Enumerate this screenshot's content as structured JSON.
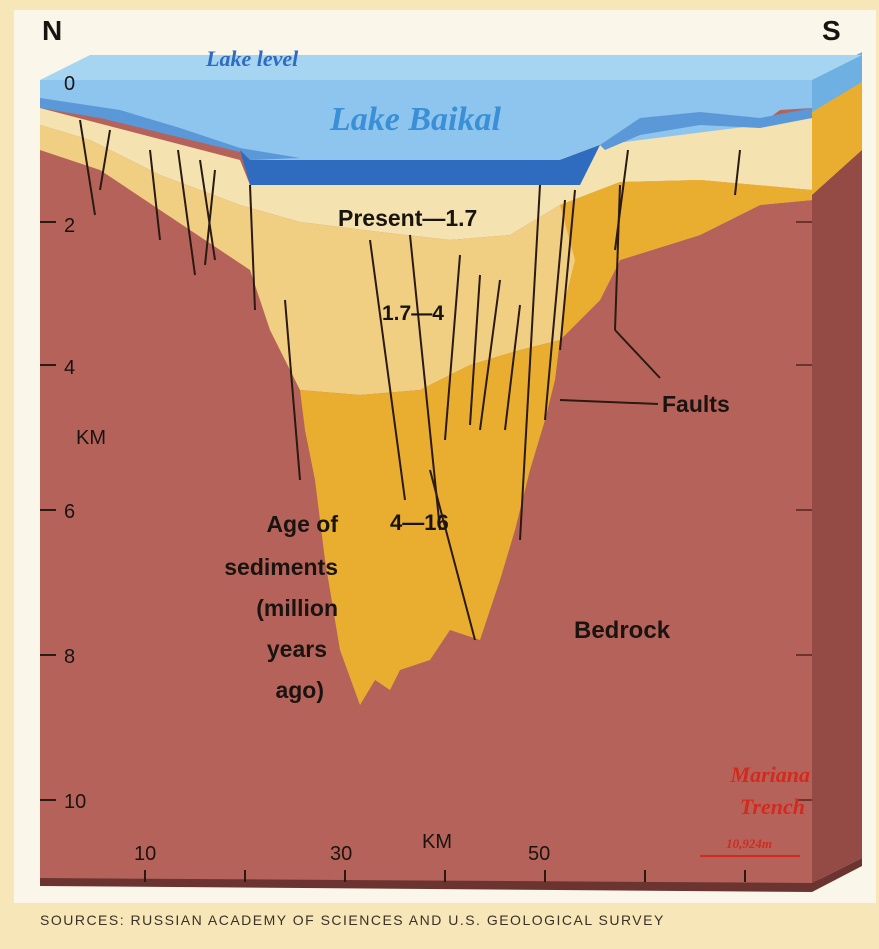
{
  "compass": {
    "north": "N",
    "south": "S"
  },
  "lake": {
    "level_label": "Lake level",
    "name": "Lake Baikal"
  },
  "layers": {
    "present": "Present—1.7",
    "middle": "1.7—4",
    "deep": "4—16",
    "bedrock": "Bedrock",
    "faults": "Faults"
  },
  "age_label": [
    "Age of",
    "sediments",
    "(million",
    "years",
    "ago)"
  ],
  "depth_axis": {
    "unit": "KM",
    "ticks": [
      "0",
      "2",
      "4",
      "6",
      "8",
      "10"
    ]
  },
  "distance_axis": {
    "unit": "KM",
    "ticks": [
      "10",
      "30",
      "50"
    ]
  },
  "mariana": {
    "line1": "Mariana",
    "line2": "Trench",
    "depth": "10,924m"
  },
  "source": "SOURCES: RUSSIAN ACADEMY OF SCIENCES AND U.S. GEOLOGICAL SURVEY",
  "colors": {
    "bedrock": "#b5635a",
    "side": "#944a45",
    "sediment_deep": "#e9ad2f",
    "sediment_mid": "#f0cf82",
    "sediment_top": "#f4e2b0",
    "lake_top": "#a6d5f2",
    "lake_front": "#6fb0e3",
    "lake_dark": "#2f6cc0",
    "mariana": "#d32a1e"
  }
}
